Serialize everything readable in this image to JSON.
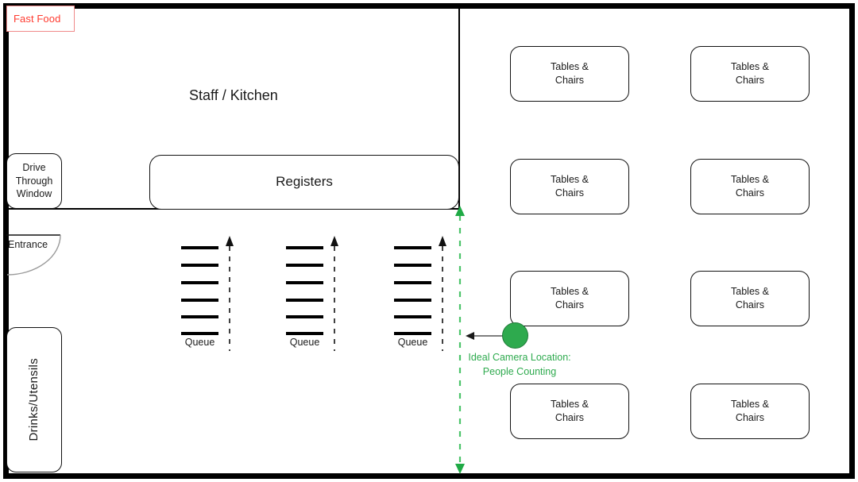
{
  "diagram": {
    "title_label": "Fast Food",
    "accent_red": "#ff3b30",
    "accent_green": "#2eaa4e",
    "wall_color": "#000000"
  },
  "rooms": {
    "staff_kitchen": "Staff / Kitchen",
    "registers": "Registers",
    "drive_through": "Drive Through Window",
    "drinks_utensils": "Drinks/Utensils",
    "entrance": "Entrance"
  },
  "queues": [
    {
      "label": "Queue",
      "bars": 6
    },
    {
      "label": "Queue",
      "bars": 6
    },
    {
      "label": "Queue",
      "bars": 6
    }
  ],
  "tables": [
    {
      "label": "Tables &\nChairs",
      "line1": "Tables &",
      "line2": "Chairs"
    },
    {
      "label": "Tables &\nChairs",
      "line1": "Tables &",
      "line2": "Chairs"
    },
    {
      "label": "Tables &\nChairs",
      "line1": "Tables &",
      "line2": "Chairs"
    },
    {
      "label": "Tables &\nChairs",
      "line1": "Tables &",
      "line2": "Chairs"
    },
    {
      "label": "Tables &\nChairs",
      "line1": "Tables &",
      "line2": "Chairs"
    },
    {
      "label": "Tables &\nChairs",
      "line1": "Tables &",
      "line2": "Chairs"
    },
    {
      "label": "Tables &\nChairs",
      "line1": "Tables &",
      "line2": "Chairs"
    },
    {
      "label": "Tables &\nChairs",
      "line1": "Tables &",
      "line2": "Chairs"
    }
  ],
  "camera_annotation": {
    "caption_line1": "Ideal Camera Location:",
    "caption_line2": "People Counting",
    "color": "#2eaa4e"
  }
}
